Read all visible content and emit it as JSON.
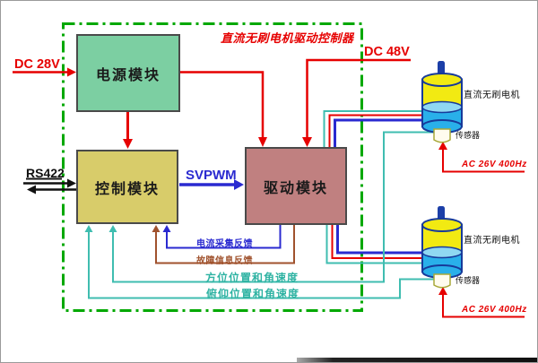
{
  "diagram_title": "直流无刷电机驱动控制器",
  "labels": {
    "dc28": "DC 28V",
    "dc48": "DC 48V",
    "rs422": "RS422",
    "svpwm": "SVPWM"
  },
  "modules": {
    "power": "电源模块",
    "control": "控制模块",
    "drive": "驱动模块"
  },
  "feedback": {
    "current": "电流采集反馈",
    "fault": "故障信息反馈",
    "azimuth": "方位位置和角速度",
    "pitch": "俯仰位置和角速度"
  },
  "motors": [
    {
      "name": "直流无刷电机",
      "sensor": "传感器",
      "supply": "AC 26V 400Hz"
    },
    {
      "name": "直流无刷电机",
      "sensor": "传感器",
      "supply": "AC 26V 400Hz"
    }
  ],
  "colors": {
    "wire_red": "#e60000",
    "wire_blue": "#2a2ad0",
    "wire_teal": "#3fbdb0",
    "wire_brown": "#a0522d",
    "wire_black": "#111111",
    "boundary_green": "#00a800",
    "power_module_fill": "#7ccfa2",
    "control_module_fill": "#d8cc6a",
    "drive_module_fill": "#c08080",
    "motor_yellow": "#f2ea12",
    "motor_blue": "#29b0ea"
  }
}
